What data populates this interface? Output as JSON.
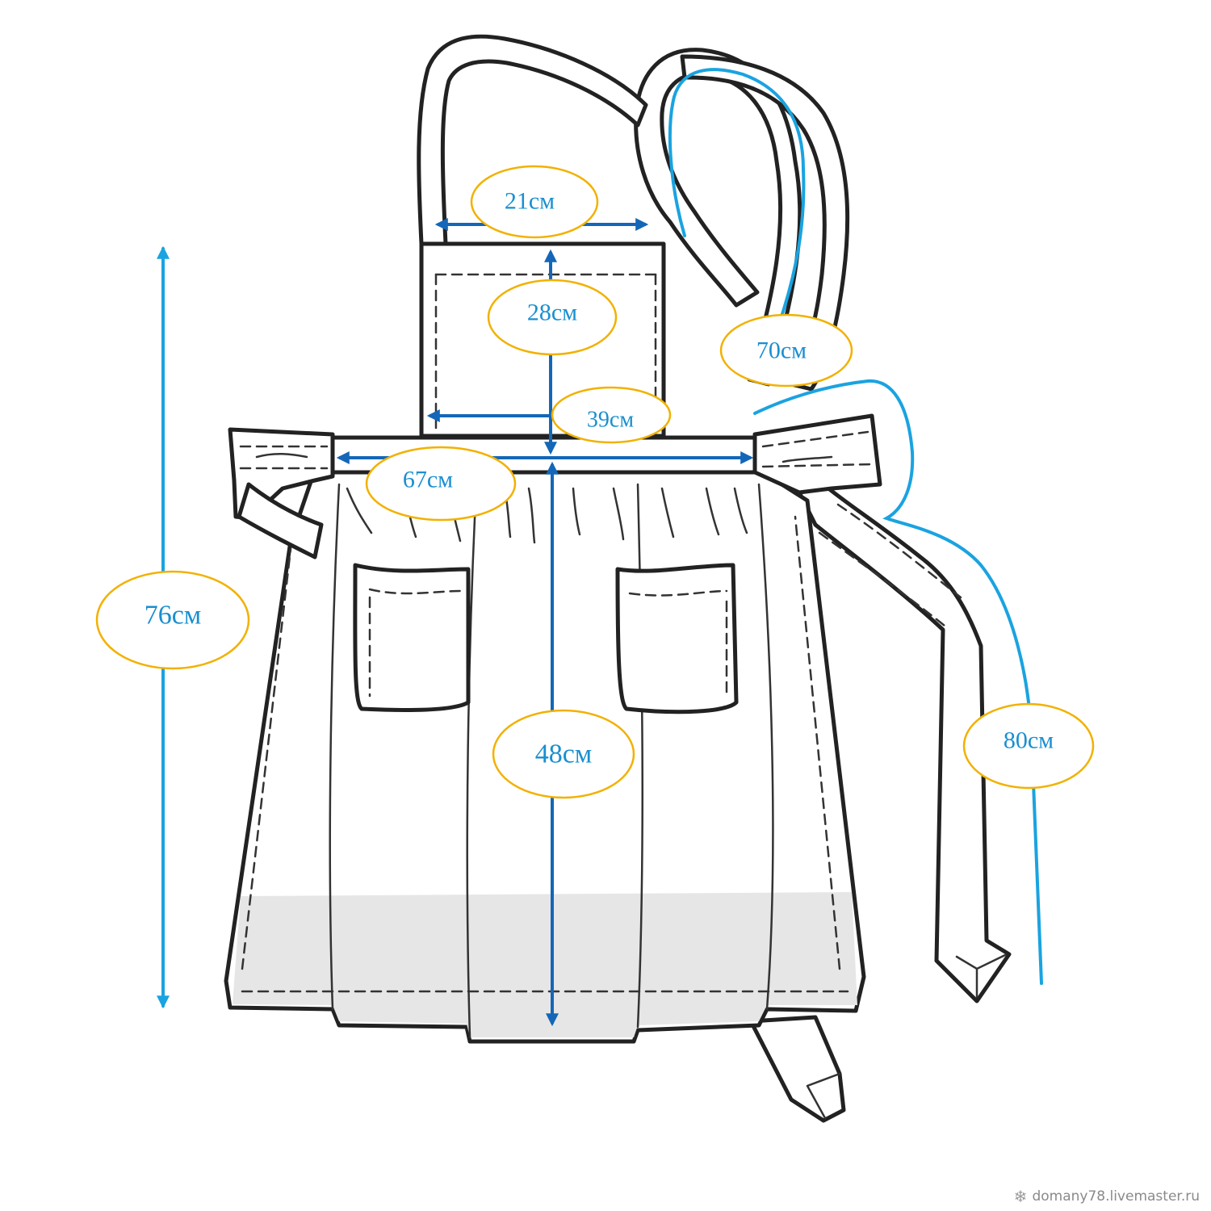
{
  "colors": {
    "outline": "#222222",
    "dimension_dark_blue": "#1467b8",
    "dimension_light_blue": "#1aa3e0",
    "label_border": "#f2b100",
    "label_text": "#1a8fd0"
  },
  "measurements": {
    "bib_width": "21см",
    "bib_height": "28см",
    "half_waist": "39см",
    "waistband": "67см",
    "strap": "70см",
    "total_length": "76см",
    "skirt_length": "48см",
    "tie": "80см"
  },
  "watermark": {
    "icon": "snowflake-icon",
    "text": "domany78.livemaster.ru"
  }
}
